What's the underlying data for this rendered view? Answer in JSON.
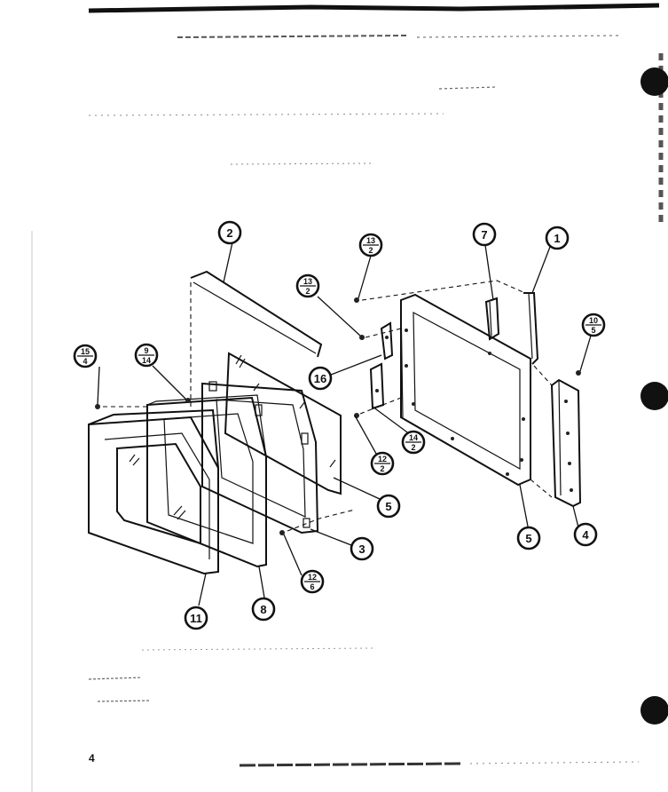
{
  "diagram": {
    "callouts": [
      {
        "id": "c1",
        "label": "1"
      },
      {
        "id": "c2",
        "label": "2"
      },
      {
        "id": "c3",
        "label": "3"
      },
      {
        "id": "c4",
        "label": "4"
      },
      {
        "id": "c5a",
        "label": "5"
      },
      {
        "id": "c5b",
        "label": "5"
      },
      {
        "id": "c7",
        "label": "7"
      },
      {
        "id": "c8",
        "label": "8"
      },
      {
        "id": "c11",
        "label": "11"
      },
      {
        "id": "c16",
        "label": "16"
      }
    ],
    "fraction_callouts": [
      {
        "id": "f13a",
        "top": "13",
        "bottom": "2"
      },
      {
        "id": "f13b",
        "top": "13",
        "bottom": "2"
      },
      {
        "id": "f10",
        "top": "10",
        "bottom": "5"
      },
      {
        "id": "f15",
        "top": "15",
        "bottom": "4"
      },
      {
        "id": "f9",
        "top": "9",
        "bottom": "14"
      },
      {
        "id": "f12a",
        "top": "12",
        "bottom": "2"
      },
      {
        "id": "f14",
        "top": "14",
        "bottom": "2"
      },
      {
        "id": "f12b",
        "top": "12",
        "bottom": "6"
      }
    ],
    "page_number": "4"
  }
}
